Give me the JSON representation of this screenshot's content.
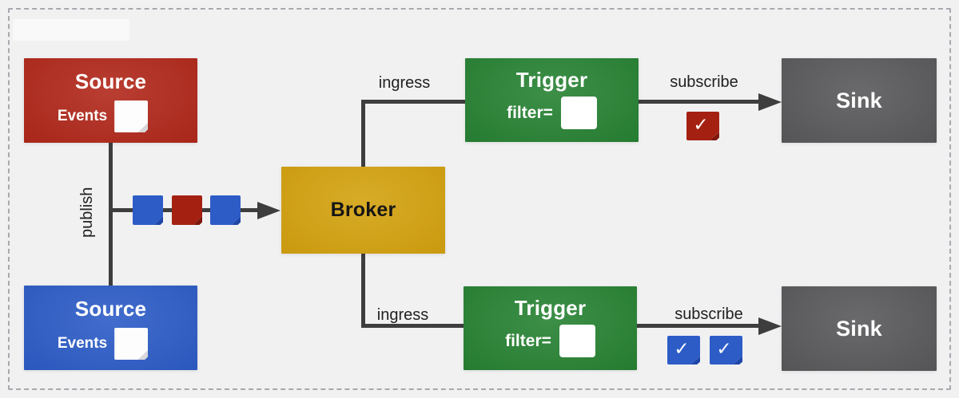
{
  "diagram": {
    "nodes": {
      "source_top": {
        "title": "Source",
        "events_label": "Events"
      },
      "source_bottom": {
        "title": "Source",
        "events_label": "Events"
      },
      "broker": {
        "title": "Broker"
      },
      "trigger_top": {
        "title": "Trigger",
        "filter_label": "filter="
      },
      "trigger_bottom": {
        "title": "Trigger",
        "filter_label": "filter="
      },
      "sink_top": {
        "title": "Sink"
      },
      "sink_bottom": {
        "title": "Sink"
      }
    },
    "edge_labels": {
      "publish": "publish",
      "ingress_top": "ingress",
      "ingress_bottom": "ingress",
      "subscribe_top": "subscribe",
      "subscribe_bottom": "subscribe"
    },
    "icons": {
      "check": "✓"
    },
    "colors": {
      "background": "#F1F1F2",
      "dashed_border": "#A6A9AD",
      "connector": "#3E3E3E",
      "label_text": "#212121",
      "source_red": "#B1281B",
      "source_blue": "#2D5CC7",
      "event_red": "#A42112",
      "event_blue": "#2D5CC7",
      "trigger_green": "#278233",
      "broker_yellow": "#D4A20F",
      "sink_gray": "#59595B",
      "note_white": "#FDFDFD"
    }
  }
}
